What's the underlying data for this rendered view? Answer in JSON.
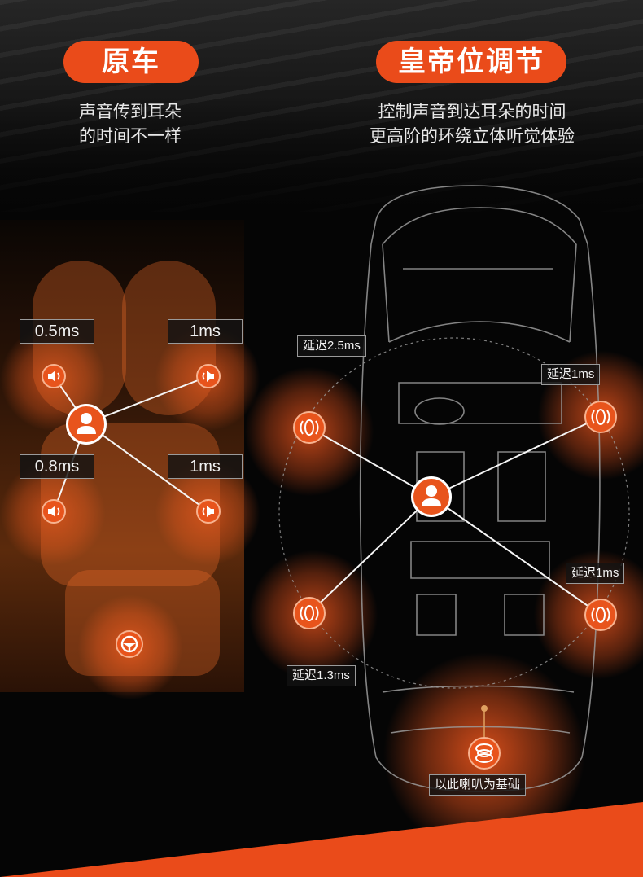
{
  "left": {
    "title": "原车",
    "subtitle_line1": "声音传到耳朵",
    "subtitle_line2": "的时间不一样",
    "delays": [
      "0.5ms",
      "1ms",
      "0.8ms",
      "1ms"
    ]
  },
  "right": {
    "title": "皇帝位调节",
    "subtitle_line1": "控制声音到达耳朵的时间",
    "subtitle_line2": "更高阶的环绕立体听觉体验",
    "delays": [
      "延迟2.5ms",
      "延迟1ms",
      "延迟1.3ms",
      "延迟1ms"
    ],
    "base_label": "以此喇叭为基础"
  },
  "colors": {
    "accent": "#ea4b1a",
    "glow": "#e8541c"
  },
  "icons": [
    "speaker-icon",
    "person-icon",
    "steering-wheel-icon",
    "woofer-icon"
  ]
}
